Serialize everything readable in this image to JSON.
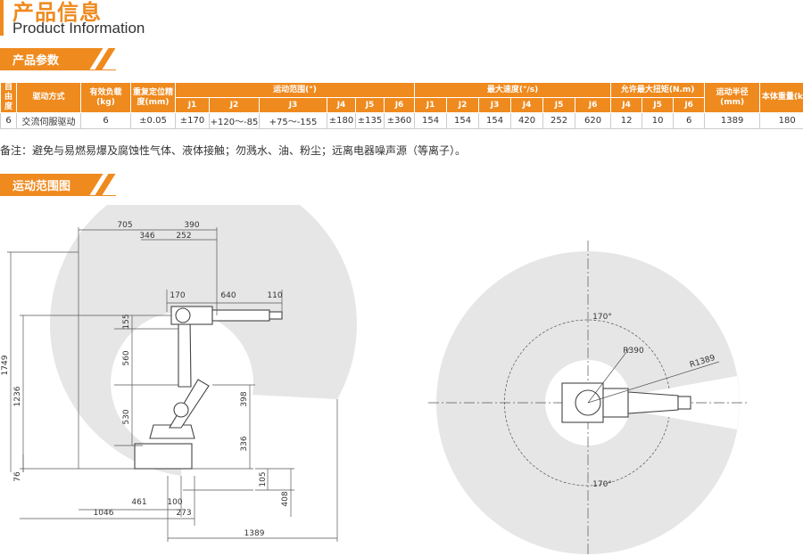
{
  "header": {
    "title_cn": "产品信息",
    "title_en": "Product Information"
  },
  "sections": {
    "params": "产品参数",
    "range": "运动范围图"
  },
  "spec_table": {
    "headers": {
      "dof": "自由度",
      "drive": "驱动方式",
      "payload": "有效负载(kg)",
      "repeat": "重复定位精度(mm)",
      "motion_range": "运动范围(°)",
      "max_speed": "最大速度(°/s)",
      "torque": "允许最大扭矩(N.m)",
      "reach": "运动半径(mm)",
      "weight": "本体重量(kg)"
    },
    "joint_labels_range": [
      "J1",
      "J2",
      "J3",
      "J4",
      "J5",
      "J6"
    ],
    "joint_labels_speed": [
      "J1",
      "J2",
      "J3",
      "J4",
      "J5",
      "J6"
    ],
    "joint_labels_torque": [
      "J4",
      "J5",
      "J6"
    ],
    "row": {
      "dof": "6",
      "drive": "交流伺服驱动",
      "payload": "6",
      "repeat": "±0.05",
      "range": [
        "±170",
        "+120～-85",
        "+75～-155",
        "±180",
        "±135",
        "±360"
      ],
      "speed": [
        "154",
        "154",
        "154",
        "420",
        "252",
        "620"
      ],
      "torque": [
        "12",
        "10",
        "6"
      ],
      "reach": "1389",
      "weight": "180"
    }
  },
  "note": "备注：避免与易燃易爆及腐蚀性气体、液体接触；勿溅水、油、粉尘；远离电器噪声源（等离子）。",
  "side_view": {
    "dims_top": [
      "705",
      "390",
      "346",
      "252",
      "170",
      "640",
      "110"
    ],
    "dims_left": [
      "1749",
      "1236",
      "76"
    ],
    "dims_inner": [
      "155",
      "560",
      "530"
    ],
    "dims_right": [
      "398",
      "336",
      "105",
      "408"
    ],
    "dims_bottom": [
      "461",
      "100",
      "1046",
      "273",
      "1389"
    ]
  },
  "top_view": {
    "angle_top": "170°",
    "angle_bottom": "170°",
    "inner_radius": "R390",
    "outer_radius": "R1389"
  },
  "colors": {
    "accent": "#ef8a1e",
    "workspace": "#e6e6e6"
  }
}
